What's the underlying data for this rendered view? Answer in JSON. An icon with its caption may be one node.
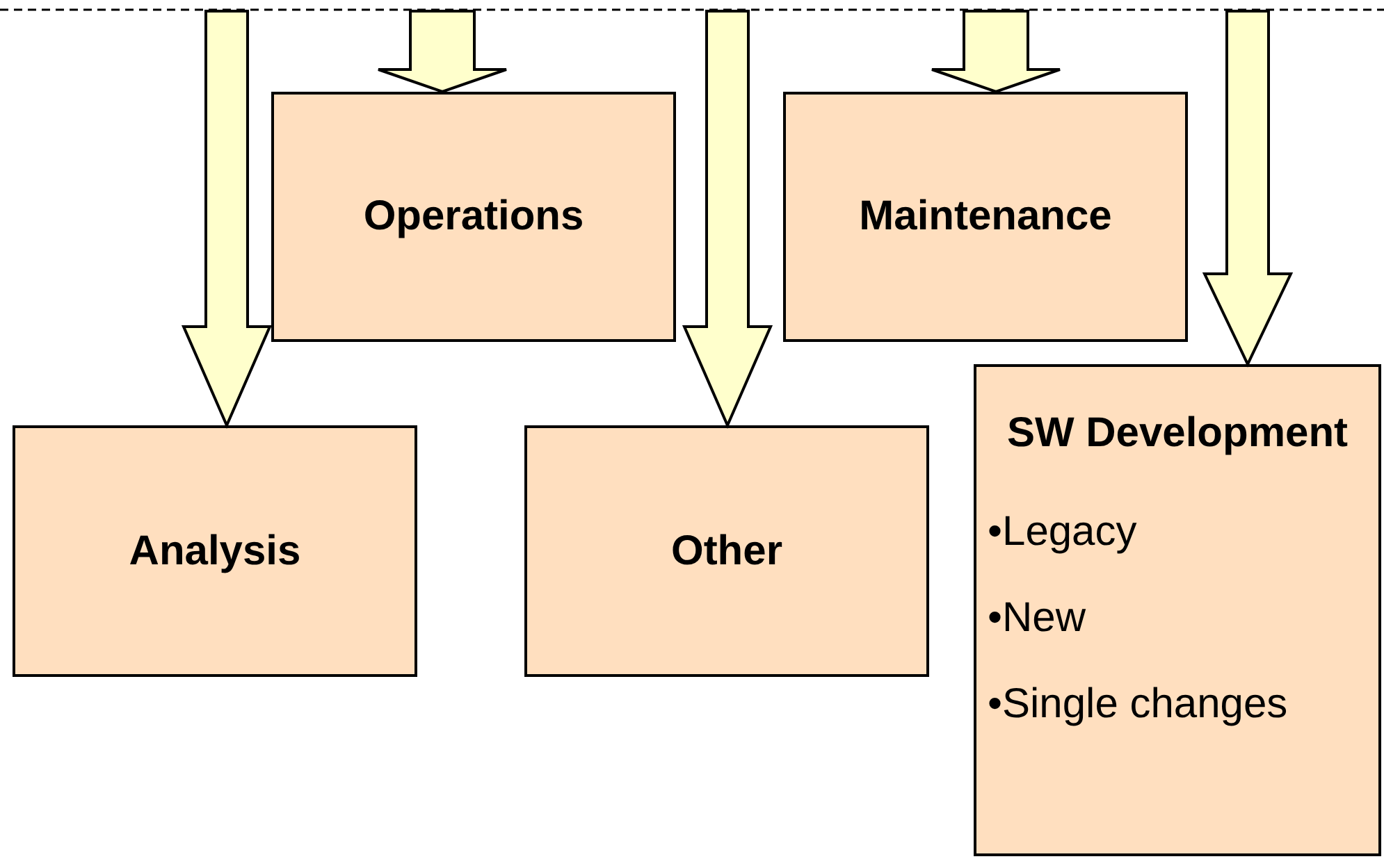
{
  "diagram": {
    "nodes": [
      {
        "text": [
          "Operations"
        ]
      },
      {
        "text": [
          "Maintenance"
        ]
      },
      {
        "text": [
          "Analysis"
        ]
      },
      {
        "text": [
          "Other"
        ]
      },
      {
        "text": [
          "SW Development",
          "•Legacy",
          "•New",
          "•Single changes"
        ]
      }
    ],
    "edges": [
      {
        "from": null,
        "to": 2,
        "arrow": "to"
      },
      {
        "from": null,
        "to": 0,
        "arrow": "to"
      },
      {
        "from": null,
        "to": 3,
        "arrow": "to"
      },
      {
        "from": null,
        "to": 1,
        "arrow": "to"
      },
      {
        "from": null,
        "to": 4,
        "arrow": "to"
      }
    ]
  }
}
